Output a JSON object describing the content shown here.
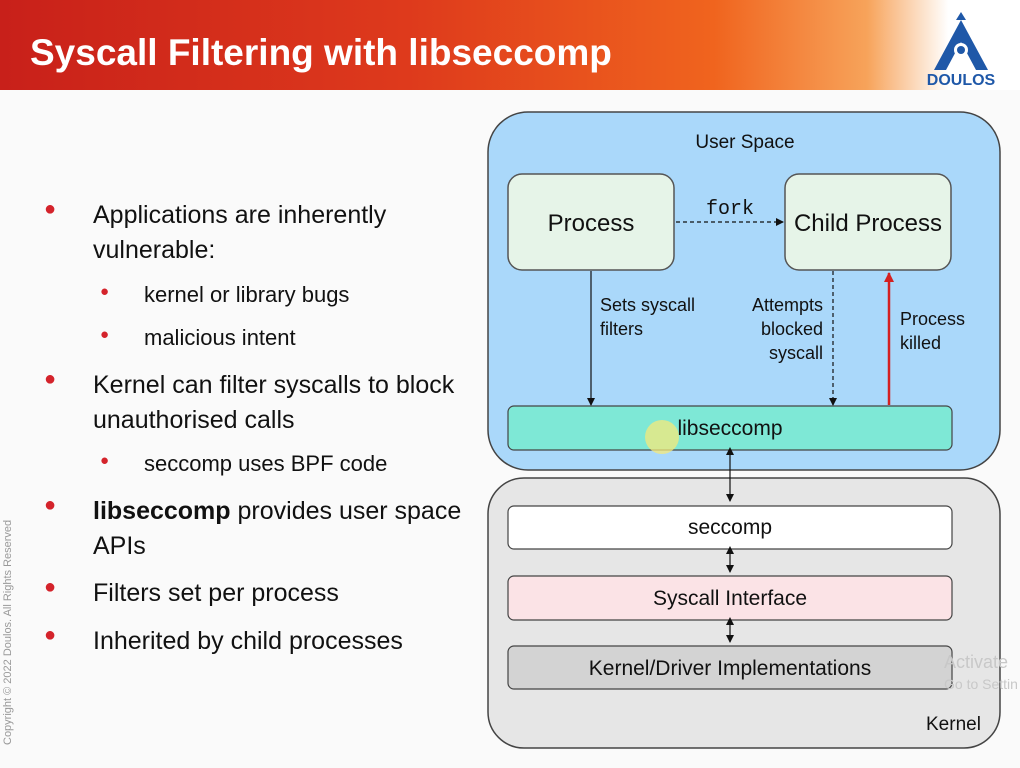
{
  "slide": {
    "title": "Syscall Filtering with libseccomp"
  },
  "logo": {
    "text": "DOULOS",
    "icon": "doulos-logo-icon",
    "color": "#1f58a8"
  },
  "bullets": [
    {
      "text": "Applications are inherently vulnerable:"
    },
    {
      "text": "kernel or library bugs"
    },
    {
      "text": "malicious intent"
    },
    {
      "text": "Kernel can filter syscalls to block unauthorised calls"
    },
    {
      "text": "seccomp uses BPF code"
    },
    {
      "text_bold": "libseccomp",
      "text_rest": " provides user space APIs"
    },
    {
      "text": "Filters set per process"
    },
    {
      "text": "Inherited by child processes"
    }
  ],
  "diagram": {
    "user_space_label": "User Space",
    "kernel_label": "Kernel",
    "process_label": "Process",
    "child_process_label": "Child Process",
    "fork_label": "fork",
    "sets_filters_label_1": "Sets syscall",
    "sets_filters_label_2": "filters",
    "attempts_label_1": "Attempts",
    "attempts_label_2": "blocked",
    "attempts_label_3": "syscall",
    "killed_label_1": "Process",
    "killed_label_2": "killed",
    "libseccomp_label": "libseccomp",
    "seccomp_label": "seccomp",
    "syscall_interface_label": "Syscall Interface",
    "kernel_impl_label": "Kernel/Driver Implementations",
    "colors": {
      "user_space_bg": "#aad8fa",
      "kernel_bg": "#e6e6e6",
      "process_bg": "#e6f4e8",
      "libseccomp_bg": "#7ee8d6",
      "syscall_interface_bg": "#fbe3e6",
      "kernel_impl_bg": "#d3d3d3",
      "kill_arrow": "#d42020"
    }
  },
  "copyright": "Copyright © 2022 Doulos. All Rights Reserved",
  "watermark": {
    "line1": "Activate",
    "line2": "Go to Settin"
  }
}
